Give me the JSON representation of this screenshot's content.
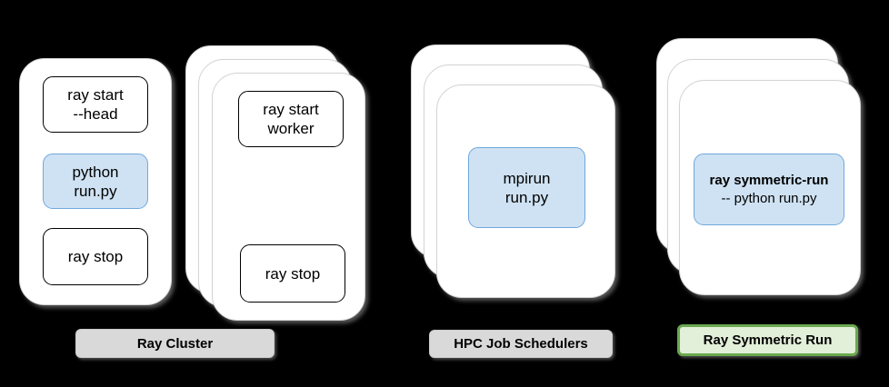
{
  "diagram": {
    "head_card": {
      "boxes": {
        "start_head": {
          "line1": "ray start",
          "line2": "--head"
        },
        "python_run": {
          "line1": "python",
          "line2": "run.py"
        },
        "ray_stop": {
          "line1": "ray stop"
        }
      }
    },
    "worker_stack": {
      "boxes": {
        "start_worker": {
          "line1": "ray start",
          "line2": "worker"
        },
        "ray_stop": {
          "line1": "ray stop"
        }
      }
    },
    "hpc_stack": {
      "boxes": {
        "mpirun": {
          "line1": "mpirun",
          "line2": "run.py"
        }
      }
    },
    "symmetric_stack": {
      "boxes": {
        "symmetric_run": {
          "line1": "ray symmetric-run",
          "line2": "-- python run.py"
        }
      }
    },
    "labels": {
      "ray_cluster": "Ray Cluster",
      "hpc_job_schedulers": "HPC Job Schedulers",
      "ray_symmetric_run": "Ray Symmetric Run"
    },
    "colors": {
      "background": "#000000",
      "card_fill": "#ffffff",
      "command_border": "#000000",
      "highlight_fill": "#cfe2f3",
      "highlight_border": "#6fa8dc",
      "label_gray_fill": "#d9d9d9",
      "label_green_fill": "#e2efd9",
      "label_green_border": "#6aa84f"
    }
  }
}
